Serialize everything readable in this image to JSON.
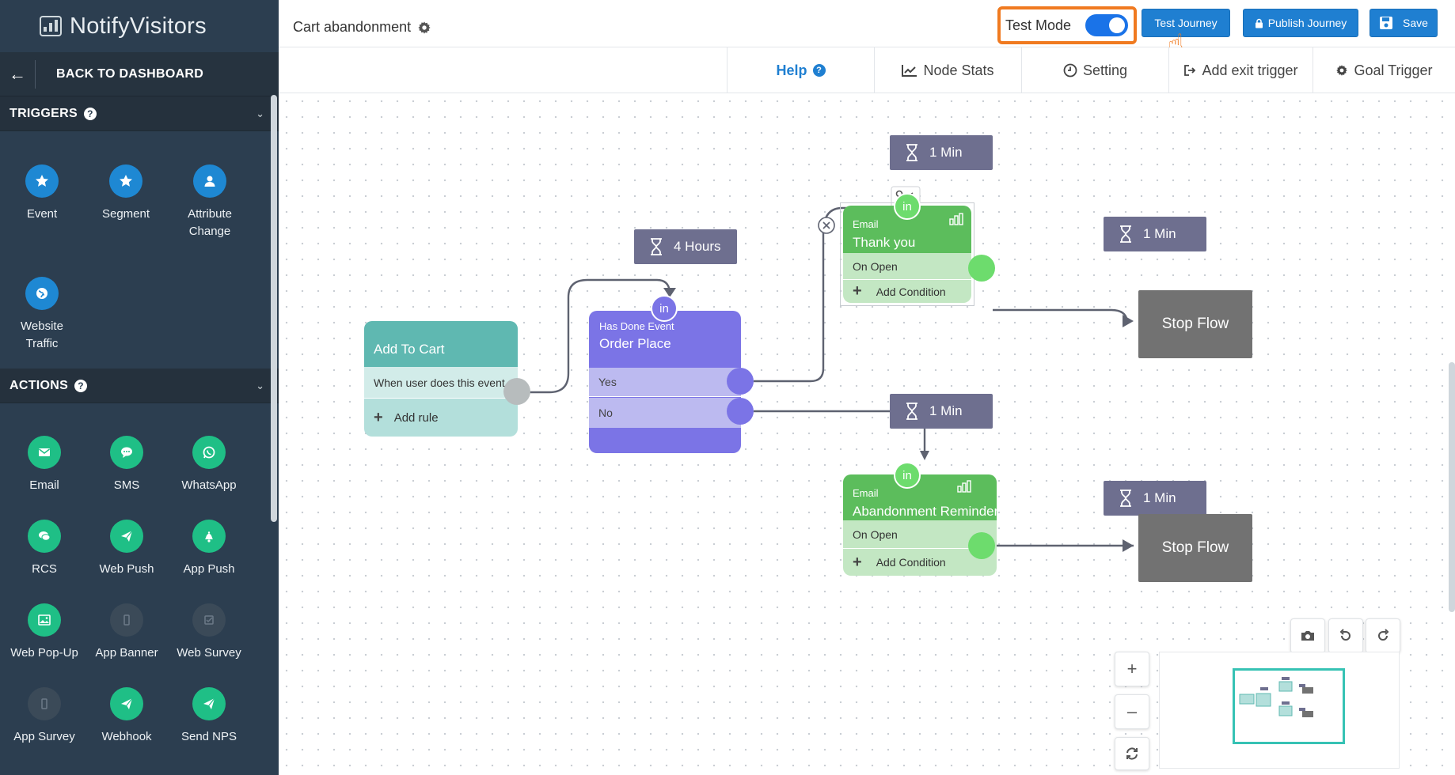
{
  "brand": {
    "name": "NotifyVisitors"
  },
  "sidebar": {
    "back_label": "BACK TO DASHBOARD",
    "triggers": {
      "title": "TRIGGERS",
      "items": [
        {
          "label": "Event",
          "icon": "star-icon"
        },
        {
          "label": "Segment",
          "icon": "star-icon"
        },
        {
          "label": "Attribute Change",
          "icon": "user-icon"
        },
        {
          "label": "Website Traffic",
          "icon": "globe-icon"
        }
      ]
    },
    "actions": {
      "title": "ACTIONS",
      "items": [
        {
          "label": "Email",
          "icon": "envelope-icon"
        },
        {
          "label": "SMS",
          "icon": "chat-bubble-icon"
        },
        {
          "label": "WhatsApp",
          "icon": "whatsapp-icon"
        },
        {
          "label": "RCS",
          "icon": "chat-icon"
        },
        {
          "label": "Web Push",
          "icon": "paper-plane-icon"
        },
        {
          "label": "App Push",
          "icon": "bell-icon"
        },
        {
          "label": "Web Pop-Up",
          "icon": "image-icon"
        },
        {
          "label": "App Banner",
          "icon": "mobile-icon"
        },
        {
          "label": "Web Survey",
          "icon": "checkbox-icon"
        },
        {
          "label": "App Survey",
          "icon": "mobile-icon"
        },
        {
          "label": "Webhook",
          "icon": "paper-plane-icon"
        },
        {
          "label": "Send NPS",
          "icon": "paper-plane-icon"
        }
      ]
    }
  },
  "header": {
    "title": "Cart abandonment",
    "test_mode_label": "Test Mode",
    "test_mode_on": true,
    "test_journey": "Test Journey",
    "publish_journey": "Publish Journey",
    "save": "Save"
  },
  "toolbar": {
    "help": "Help",
    "node_stats": "Node Stats",
    "setting": "Setting",
    "add_exit_trigger": "Add exit trigger",
    "goal_trigger": "Goal Trigger"
  },
  "flow": {
    "trigger": {
      "title": "Add To Cart",
      "rule": "When user does this event",
      "add_rule": "Add rule"
    },
    "wait_4h": "4 Hours",
    "condition": {
      "type": "Has Done Event",
      "title": "Order Place",
      "yes": "Yes",
      "no": "No"
    },
    "wait_1": "1 Min",
    "wait_2": "1 Min",
    "wait_3": "1 Min",
    "wait_4": "1 Min",
    "in_label": "in",
    "email1": {
      "type": "Email",
      "title": "Thank you",
      "on_open": "On Open",
      "add_condition": "Add Condition"
    },
    "email2": {
      "type": "Email",
      "title": "Abandonment Reminder",
      "on_open": "On Open",
      "add_condition": "Add Condition"
    },
    "stop1": "Stop Flow",
    "stop2": "Stop Flow"
  },
  "colors": {
    "sidebar_bg": "#2c3e50",
    "accent_blue": "#1f7fd1",
    "trigger_teal": "#5fb8b1",
    "condition_purple": "#7b74e6",
    "email_green": "#5cbd5c",
    "wait_gray": "#6e6f8f",
    "stop_gray": "#727272",
    "highlight_orange": "#f07a20"
  }
}
